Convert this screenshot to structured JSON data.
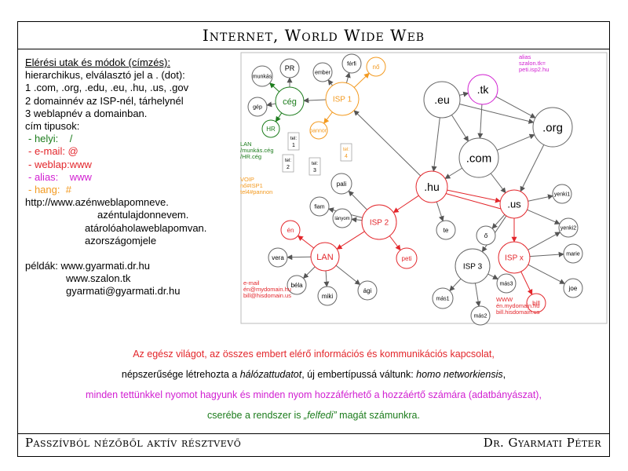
{
  "title": "Internet, World Wide Web",
  "footer": {
    "left": "Passzívból nézőből aktív résztvevő",
    "right": "Dr. Gyarmati Péter"
  },
  "left": {
    "heading": "Elérési utak és módok (címzés):",
    "l1": "hierarchikus, elválasztó jel a . (dot):",
    "l2": "1 .com, .org, .edu, .eu, .hu, .us, .gov",
    "l3": "2 domainnév az ISP-nél, tárhelynél",
    "l4": "3 weblapnév a domainban.",
    "l5": "cím tipusok:",
    "t1": "- helyi:    /",
    "t2": "- e-mail: @",
    "t3": "- weblap:www",
    "t4": "- alias:    www",
    "t5": "- hang:  #",
    "u1": "http://www.azénweblapomneve.",
    "u2": "azéntulajdonnevem.",
    "u3": "atárolóaholaweblapomvan.",
    "u4": "azországomjele",
    "p1": "példák: www.gyarmati.dr.hu",
    "p2": "www.szalon.tk",
    "p3": "gyarmati@gyarmati.dr.hu"
  },
  "center": {
    "l1": "Az egész világot, az összes embert elérő információs és kommunikációs kapcsolat,",
    "l2a": "népszerűsége létrehozta a ",
    "l2b": "hálózattudatot",
    "l2c": ", új embertípussá váltunk: ",
    "l2d": "homo networkiensis",
    "l2e": ",",
    "l3": "minden tettünkkel nyomot hagyunk és minden nyom hozzáférhető a hozzáértő számára (adatbányászat),",
    "l4a": "cserébe a rendszer is ",
    "l4b": "„felfedi”",
    "l4c": " magát számunkra."
  },
  "diagram": {
    "nodes": {
      "eu": ".eu",
      "tk": ".tk",
      "org": ".org",
      "com": ".com",
      "hu": ".hu",
      "us": ".us",
      "isp1": "ISP 1",
      "isp2": "ISP 2",
      "isp3": "ISP 3",
      "ispx": "ISP x",
      "ceg": "cég",
      "pannon": "pannon",
      "lan": "LAN",
      "munkas": "munkás",
      "pr": "PR",
      "ember": "ember",
      "ferfi": "férfi",
      "no": "nő",
      "gep": "gép",
      "hr": "HR",
      "en": "én",
      "peti": "peti",
      "vera": "vera",
      "bela": "béla",
      "miki": "miki",
      "agi": "ági",
      "pali": "pali",
      "fiam": "fiam",
      "lanyom": "lányom",
      "te": "te",
      "o": "ő",
      "mas1": "más1",
      "mas2": "más2",
      "mas3": "más3",
      "yenki1": "yenki1",
      "yenki2": "yenki2",
      "marie": "marie",
      "joe": "joe",
      "bill": "bill"
    },
    "tel1": "tel: 1",
    "tel2": "tel: 2",
    "tel3": "tel: 3",
    "tel4": "tel: 4",
    "alias_note": [
      "alias",
      "szalon.tk=",
      "peti.isp2.hu"
    ],
    "lan_note": [
      "LAN",
      "/munkás.cég",
      "/HR.cég"
    ],
    "voip_note": [
      "VOIP",
      "nő#ISP1",
      "tel4#pannon"
    ],
    "email_note": [
      "e-mail",
      "én@mydomain.hu",
      "bill@hisdomain.us"
    ],
    "www_note": [
      "WWW",
      "én.mydomain.hu",
      "bill.hisdomain.us"
    ],
    "colors": {
      "red": "#e3262b",
      "green": "#1c7c1c",
      "magenta": "#d11fd1",
      "orange": "#f39a20",
      "grey": "#666666"
    }
  }
}
